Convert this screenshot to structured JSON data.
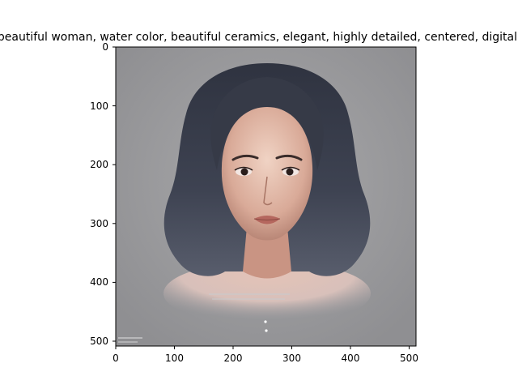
{
  "title": "a portrait of a beautiful woman, water color,  beautiful ceramics, elegant, highly detailed, centered, digital painting, artstation",
  "axes": {
    "x_ticks": [
      "0",
      "100",
      "200",
      "300",
      "400",
      "500"
    ],
    "y_ticks": [
      "0",
      "100",
      "200",
      "300",
      "400",
      "500"
    ]
  },
  "image": {
    "subject": "portrait of a woman with wavy dark hair",
    "colors": {
      "background": "#9b9b9d",
      "hair": "#3b3f4d",
      "skin": "#d9aa98",
      "lips": "#b5675e"
    }
  }
}
